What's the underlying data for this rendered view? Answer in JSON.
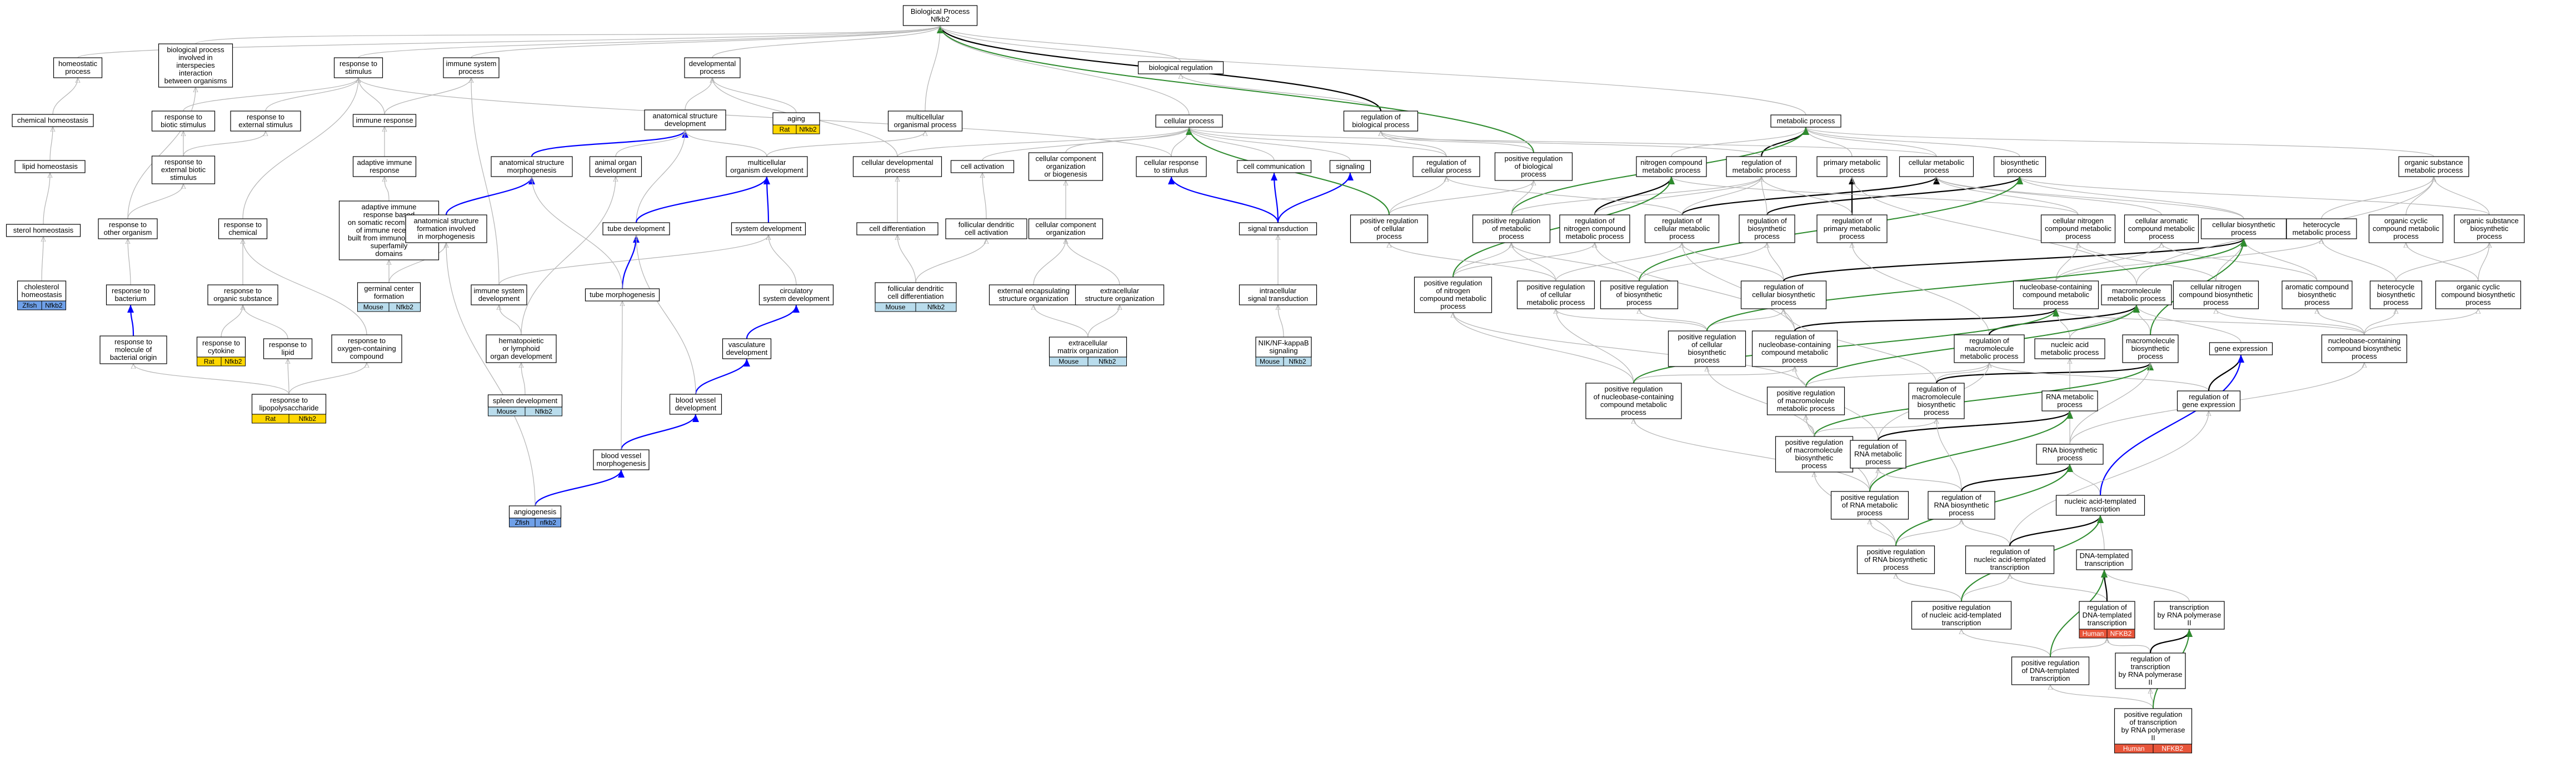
{
  "colors": {
    "node_border": "#000000",
    "node_fill": "#ffffff",
    "edge_gray": "#b4b4b4",
    "edge_black": "#000000",
    "edge_blue": "#0000ff",
    "edge_green": "#2e8b2e",
    "tag_blue": "#6fa0e8",
    "tag_light": "#b9dcec",
    "tag_yellow": "#ffd700",
    "tag_red": "#e8553a"
  },
  "nodes": [
    {
      "id": "bp",
      "label": "Biological Process\nNfkb2"
    },
    {
      "id": "homeo",
      "label": "homeostatic\nprocess"
    },
    {
      "id": "chemhomeo",
      "label": "chemical homeostasis"
    },
    {
      "id": "lipidhomeo",
      "label": "lipid homeostasis"
    },
    {
      "id": "sterolhomeo",
      "label": "sterol homeostasis"
    },
    {
      "id": "cholhomeo",
      "label": "cholesterol\nhomeostasis",
      "tags": [
        {
          "text": "Zfish",
          "color": "blue"
        },
        {
          "text": "Nfkb2",
          "color": "blue"
        }
      ]
    },
    {
      "id": "interorg",
      "label": "biological process\ninvolved in\ninterspecies\ninteraction\nbetween organisms"
    },
    {
      "id": "otherorg",
      "label": "response to\nother organism"
    },
    {
      "id": "bacterium",
      "label": "response to\nbacterium"
    },
    {
      "id": "molbact",
      "label": "response to\nmolecule of\nbacterial origin"
    },
    {
      "id": "stimulus",
      "label": "response to\nstimulus"
    },
    {
      "id": "biotic",
      "label": "response to\nbiotic stimulus"
    },
    {
      "id": "extbiotic",
      "label": "response to\nexternal biotic\nstimulus"
    },
    {
      "id": "external",
      "label": "response to\nexternal stimulus"
    },
    {
      "id": "chemical",
      "label": "response to\nchemical"
    },
    {
      "id": "organic",
      "label": "response to\norganic substance"
    },
    {
      "id": "cytokine",
      "label": "response to\ncytokine",
      "tags": [
        {
          "text": "Rat",
          "color": "yellow"
        },
        {
          "text": "Nfkb2",
          "color": "yellow"
        }
      ]
    },
    {
      "id": "lipid",
      "label": "response to\nlipid"
    },
    {
      "id": "lps",
      "label": "response to\nlipopolysaccharide",
      "tags": [
        {
          "text": "Rat",
          "color": "yellow"
        },
        {
          "text": "Nfkb2",
          "color": "yellow"
        }
      ]
    },
    {
      "id": "oxygen",
      "label": "response to\noxygen-containing\ncompound"
    },
    {
      "id": "immsys",
      "label": "immune system\nprocess"
    },
    {
      "id": "immresp",
      "label": "immune response"
    },
    {
      "id": "adaptive",
      "label": "adaptive immune\nresponse"
    },
    {
      "id": "adaptivesomatic",
      "label": "adaptive immune\nresponse based\non somatic recombination\nof immune receptors\nbuilt from immunoglobulin\nsuperfamily\ndomains"
    },
    {
      "id": "germinal",
      "label": "germinal center\nformation",
      "tags": [
        {
          "text": "Mouse",
          "color": "light"
        },
        {
          "text": "Nfkb2",
          "color": "light"
        }
      ]
    },
    {
      "id": "immsysdev",
      "label": "immune system\ndevelopment"
    },
    {
      "id": "hemato",
      "label": "hematopoietic\nor lymphoid\norgan development"
    },
    {
      "id": "spleen",
      "label": "spleen development",
      "tags": [
        {
          "text": "Mouse",
          "color": "light"
        },
        {
          "text": "Nfkb2",
          "color": "light"
        }
      ]
    },
    {
      "id": "devproc",
      "label": "developmental\nprocess"
    },
    {
      "id": "anatdev",
      "label": "anatomical structure\ndevelopment"
    },
    {
      "id": "aging",
      "label": "aging",
      "tags": [
        {
          "text": "Rat",
          "color": "yellow"
        },
        {
          "text": "Nfkb2",
          "color": "yellow"
        }
      ]
    },
    {
      "id": "anatmorph",
      "label": "anatomical structure\nmorphogenesis"
    },
    {
      "id": "anatform",
      "label": "anatomical structure\nformation involved\nin morphogenesis"
    },
    {
      "id": "animalorgan",
      "label": "animal organ\ndevelopment"
    },
    {
      "id": "multidev",
      "label": "multicellular\norganism development"
    },
    {
      "id": "tubedev",
      "label": "tube development"
    },
    {
      "id": "tubemorph",
      "label": "tube morphogenesis"
    },
    {
      "id": "sysdev",
      "label": "system development"
    },
    {
      "id": "circ",
      "label": "circulatory\nsystem development"
    },
    {
      "id": "vasc",
      "label": "vasculature\ndevelopment"
    },
    {
      "id": "bloodvessel",
      "label": "blood vessel\ndevelopment"
    },
    {
      "id": "bvmorph",
      "label": "blood vessel\nmorphogenesis"
    },
    {
      "id": "angio",
      "label": "angiogenesis",
      "tags": [
        {
          "text": "Zfish",
          "color": "blue"
        },
        {
          "text": "nfkb2",
          "color": "blue"
        }
      ]
    },
    {
      "id": "multiorg",
      "label": "multicellular\norganismal process"
    },
    {
      "id": "celldevproc",
      "label": "cellular developmental\nprocess"
    },
    {
      "id": "celldiff",
      "label": "cell differentiation"
    },
    {
      "id": "fdcdiff",
      "label": "follicular dendritic\ncell differentiation",
      "tags": [
        {
          "text": "Mouse",
          "color": "light"
        },
        {
          "text": "Nfkb2",
          "color": "light"
        }
      ]
    },
    {
      "id": "cellact",
      "label": "cell activation"
    },
    {
      "id": "fdcact",
      "label": "follicular dendritic\ncell activation"
    },
    {
      "id": "cellcomporgbio",
      "label": "cellular component\norganization\nor biogenesis"
    },
    {
      "id": "cellcomporg",
      "label": "cellular component\norganization"
    },
    {
      "id": "extencaps",
      "label": "external encapsulating\nstructure organization"
    },
    {
      "id": "extracell",
      "label": "extracellular\nstructure organization"
    },
    {
      "id": "ecm",
      "label": "extracellular\nmatrix organization",
      "tags": [
        {
          "text": "Mouse",
          "color": "light"
        },
        {
          "text": "Nfkb2",
          "color": "light"
        }
      ]
    },
    {
      "id": "cellproc",
      "label": "cellular process"
    },
    {
      "id": "cellrespstim",
      "label": "cellular response\nto stimulus"
    },
    {
      "id": "cellcomm",
      "label": "cell communication"
    },
    {
      "id": "signaling",
      "label": "signaling"
    },
    {
      "id": "sigtrans",
      "label": "signal transduction"
    },
    {
      "id": "intrasig",
      "label": "intracellular\nsignal transduction"
    },
    {
      "id": "nik",
      "label": "NIK/NF-kappaB\nsignaling",
      "tags": [
        {
          "text": "Mouse",
          "color": "light"
        },
        {
          "text": "Nfkb2",
          "color": "light"
        }
      ]
    },
    {
      "id": "bioreg",
      "label": "biological regulation"
    },
    {
      "id": "regbp",
      "label": "regulation of\nbiological process"
    },
    {
      "id": "regcellproc",
      "label": "regulation of\ncellular process"
    },
    {
      "id": "posregbp",
      "label": "positive regulation\nof biological\nprocess"
    },
    {
      "id": "posregcell",
      "label": "positive regulation\nof cellular\nprocess"
    },
    {
      "id": "metab",
      "label": "metabolic process"
    },
    {
      "id": "ncmetab",
      "label": "nitrogen compound\nmetabolic process"
    },
    {
      "id": "regmetab",
      "label": "regulation of\nmetabolic process"
    },
    {
      "id": "primmetab",
      "label": "primary metabolic\nprocess"
    },
    {
      "id": "cellmetab",
      "label": "cellular metabolic\nprocess"
    },
    {
      "id": "biosyn",
      "label": "biosynthetic\nprocess"
    },
    {
      "id": "orgsubmetab",
      "label": "organic substance\nmetabolic process"
    },
    {
      "id": "posregmetab",
      "label": "positive regulation\nof metabolic\nprocess"
    },
    {
      "id": "regncmetab",
      "label": "regulation of\nnitrogen compound\nmetabolic process"
    },
    {
      "id": "regcellmetab",
      "label": "regulation of\ncellular metabolic\nprocess"
    },
    {
      "id": "regbiosyn",
      "label": "regulation of\nbiosynthetic\nprocess"
    },
    {
      "id": "regprimmetab",
      "label": "regulation of\nprimary metabolic\nprocess"
    },
    {
      "id": "cellncmetab",
      "label": "cellular nitrogen\ncompound metabolic\nprocess"
    },
    {
      "id": "cellarommetab",
      "label": "cellular aromatic\ncompound metabolic\nprocess"
    },
    {
      "id": "cellbiosyn",
      "label": "cellular biosynthetic\nprocess"
    },
    {
      "id": "heteromet",
      "label": "heterocycle\nmetabolic process"
    },
    {
      "id": "orgcyclic",
      "label": "organic cyclic\ncompound metabolic\nprocess"
    },
    {
      "id": "orgsubbiosyn",
      "label": "organic substance\nbiosynthetic\nprocess"
    },
    {
      "id": "posregnc",
      "label": "positive regulation\nof nitrogen\ncompound metabolic\nprocess"
    },
    {
      "id": "posregcellmetab",
      "label": "positive regulation\nof cellular\nmetabolic process"
    },
    {
      "id": "posregbiosyn",
      "label": "positive regulation\nof biosynthetic\nprocess"
    },
    {
      "id": "regcellbiosyn",
      "label": "regulation of\ncellular biosynthetic\nprocess"
    },
    {
      "id": "nucbasemetab",
      "label": "nucleobase-containing\ncompound metabolic\nprocess"
    },
    {
      "id": "macromol",
      "label": "macromolecule\nmetabolic process"
    },
    {
      "id": "cellncbiosyn",
      "label": "cellular nitrogen\ncompound biosynthetic\nprocess"
    },
    {
      "id": "aromaticbiosyn",
      "label": "aromatic compound\nbiosynthetic\nprocess"
    },
    {
      "id": "heterobiosyn",
      "label": "heterocycle\nbiosynthetic\nprocess"
    },
    {
      "id": "orgcyclicbiosyn",
      "label": "organic cyclic\ncompound biosynthetic\nprocess"
    },
    {
      "id": "posregcellbiosyn",
      "label": "positive regulation\nof cellular\nbiosynthetic\nprocess"
    },
    {
      "id": "regnucbase",
      "label": "regulation of\nnucleobase-containing\ncompound metabolic\nprocess"
    },
    {
      "id": "regmacro",
      "label": "regulation of\nmacromolecule\nmetabolic process"
    },
    {
      "id": "nucacid",
      "label": "nucleic acid\nmetabolic process"
    },
    {
      "id": "macrobiosyn",
      "label": "macromolecule\nbiosynthetic\nprocess"
    },
    {
      "id": "geneexpr",
      "label": "gene expression"
    },
    {
      "id": "nucbasebiosyn",
      "label": "nucleobase-containing\ncompound biosynthetic\nprocess"
    },
    {
      "id": "posregnucbase",
      "label": "positive regulation\nof nucleobase-containing\ncompound metabolic\nprocess"
    },
    {
      "id": "regmacrobiosyn",
      "label": "regulation of\nmacromolecule\nbiosynthetic\nprocess"
    },
    {
      "id": "rnametab",
      "label": "RNA metabolic\nprocess"
    },
    {
      "id": "reggeneexpr",
      "label": "regulation of\ngene expression"
    },
    {
      "id": "posregmacro",
      "label": "positive regulation\nof macromolecule\nmetabolic process"
    },
    {
      "id": "posregmacrobiosyn",
      "label": "positive regulation\nof macromolecule\nbiosynthetic\nprocess"
    },
    {
      "id": "regrnametab",
      "label": "regulation of\nRNA metabolic\nprocess"
    },
    {
      "id": "rnabiosyn",
      "label": "RNA biosynthetic\nprocess"
    },
    {
      "id": "posregrnametab",
      "label": "positive regulation\nof RNA metabolic\nprocess"
    },
    {
      "id": "regrnabiosyn",
      "label": "regulation of\nRNA biosynthetic\nprocess"
    },
    {
      "id": "nuctrans",
      "label": "nucleic acid-templated\ntranscription"
    },
    {
      "id": "posregrnabiosyn",
      "label": "positive regulation\nof RNA biosynthetic\nprocess"
    },
    {
      "id": "regnuctrans",
      "label": "regulation of\nnucleic acid-templated\ntranscription"
    },
    {
      "id": "dnatrans",
      "label": "DNA-templated\ntranscription"
    },
    {
      "id": "posregnuctrans",
      "label": "positive regulation\nof nucleic acid-templated\ntranscription"
    },
    {
      "id": "regdnatrans",
      "label": "regulation of\nDNA-templated\ntranscription",
      "tags": [
        {
          "text": "Human",
          "color": "red"
        },
        {
          "text": "NFKB2",
          "color": "red"
        }
      ]
    },
    {
      "id": "transrnapol",
      "label": "transcription\nby RNA polymerase\nII"
    },
    {
      "id": "posregdnatrans",
      "label": "positive regulation\nof DNA-templated\ntranscription"
    },
    {
      "id": "regtransrnapol",
      "label": "regulation of\ntranscription\nby RNA polymerase\nII"
    },
    {
      "id": "posregtransrnapol",
      "label": "positive regulation\nof transcription\nby RNA polymerase\nII",
      "tags": [
        {
          "text": "Human",
          "color": "red"
        },
        {
          "text": "NFKB2",
          "color": "red"
        }
      ]
    }
  ]
}
